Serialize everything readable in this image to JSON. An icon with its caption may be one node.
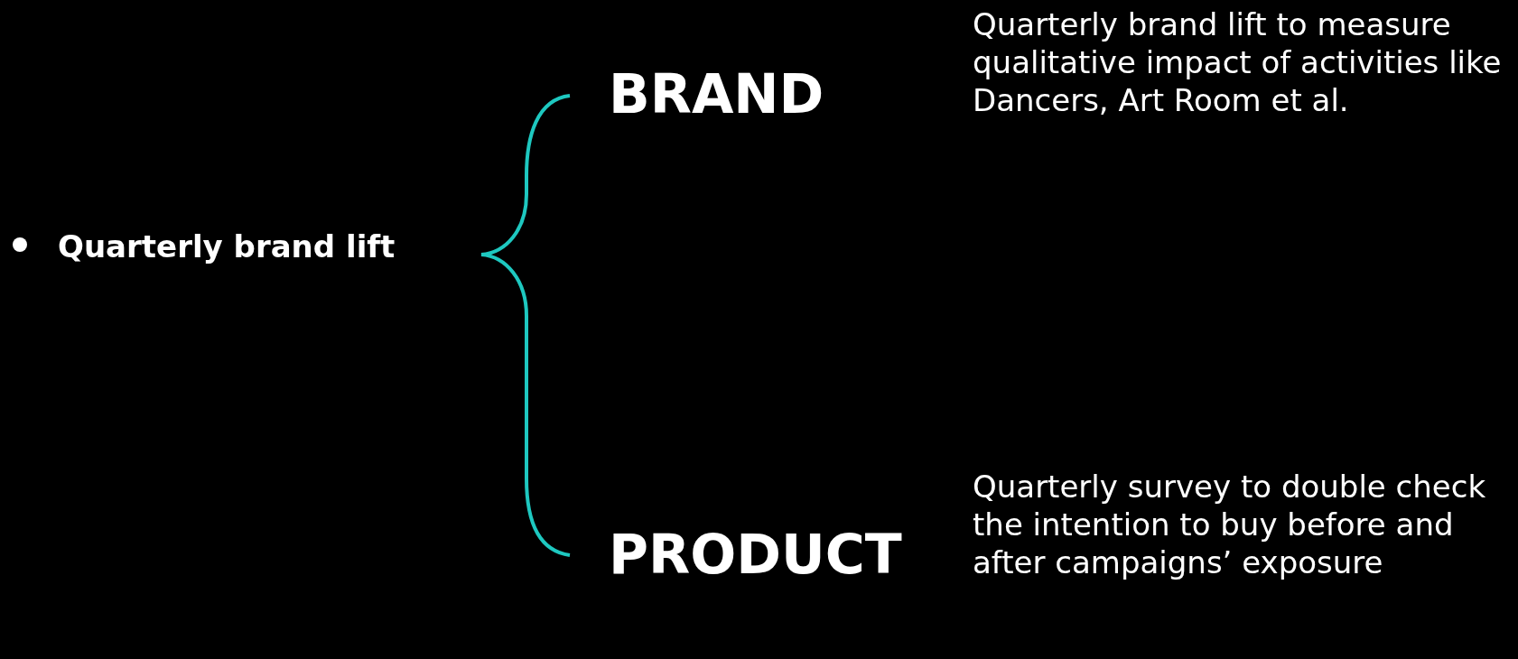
{
  "diagram": {
    "labels": [
      "Quarterly brand lift",
      "BRAND",
      "Quarterly brand lift to measure qualitative impact of activities like Dancers, Art Room et al.",
      "PRODUCT",
      "Quarterly survey to double check the intention to buy before and after campaigns’ exposure"
    ]
  }
}
